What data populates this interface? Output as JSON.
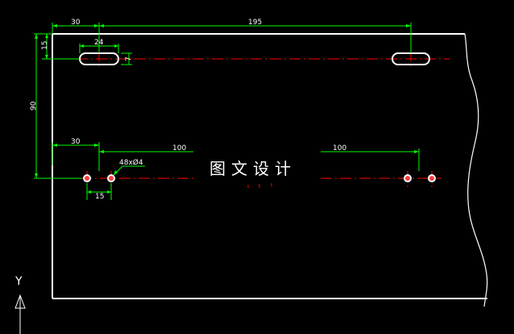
{
  "drawing": {
    "title": "图文设计",
    "axis_label": "Y",
    "dimensions": {
      "top_offset": "30",
      "top_span": "195",
      "slot_width": "24",
      "slot_height": "7",
      "top_vertical": "15",
      "left_vertical": "90",
      "mid_offset": "30",
      "left_span": "100",
      "right_span": "100",
      "hole_spec": "48xØ4",
      "hole_spacing": "15"
    }
  },
  "colors": {
    "background": "#000000",
    "outline": "#ffffff",
    "dimension": "#00ff00",
    "centerline": "#ff0000",
    "hole_fill": "#ff3b3b"
  }
}
